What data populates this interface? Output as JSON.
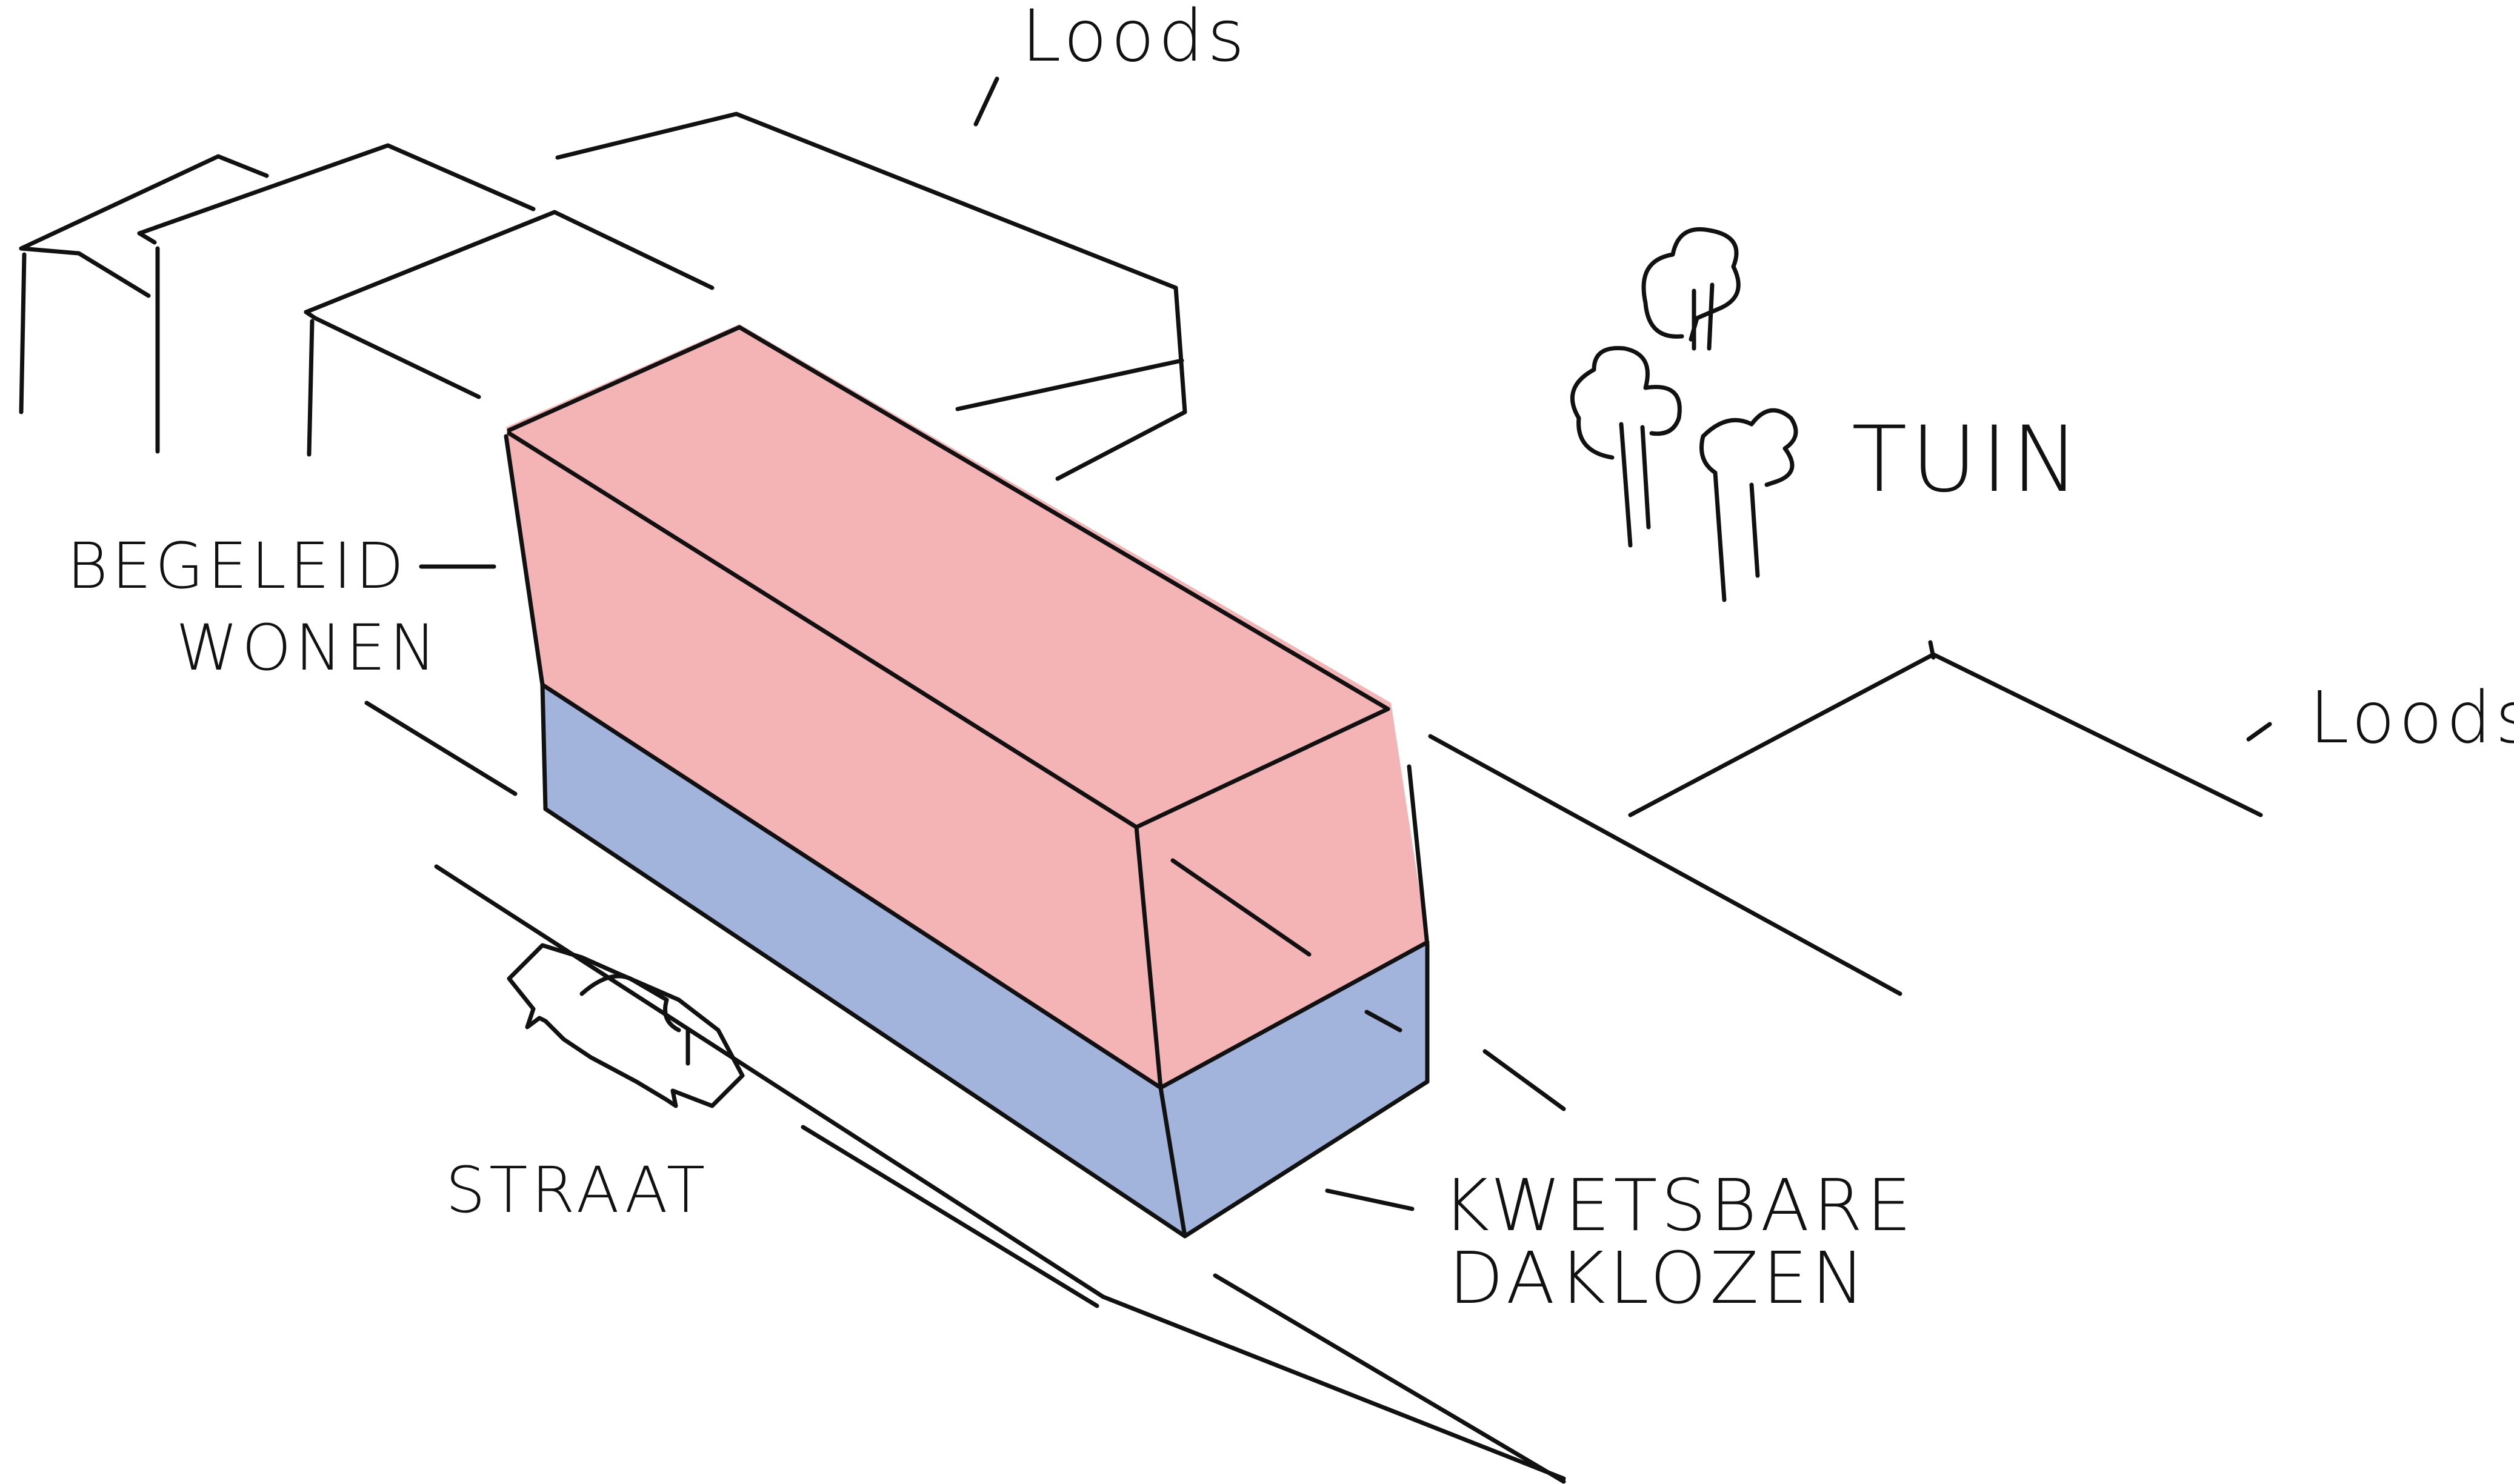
{
  "labels": {
    "loods_top": "Loods",
    "loods_right": "Loods",
    "tuin": "TUIN",
    "begeleid_line1": "BEGELEID",
    "begeleid_line2": "WONEN",
    "straat": "STRAAT",
    "kwetsbare_line1": "KWETSBARE",
    "kwetsbare_line2": "DAKLOZEN"
  },
  "colors": {
    "upper_volume": "#f4b4b6",
    "lower_volume": "#a3b4dc",
    "ink": "#111111",
    "background": "#ffffff"
  },
  "icons": [
    "tree-icon",
    "car-icon"
  ]
}
